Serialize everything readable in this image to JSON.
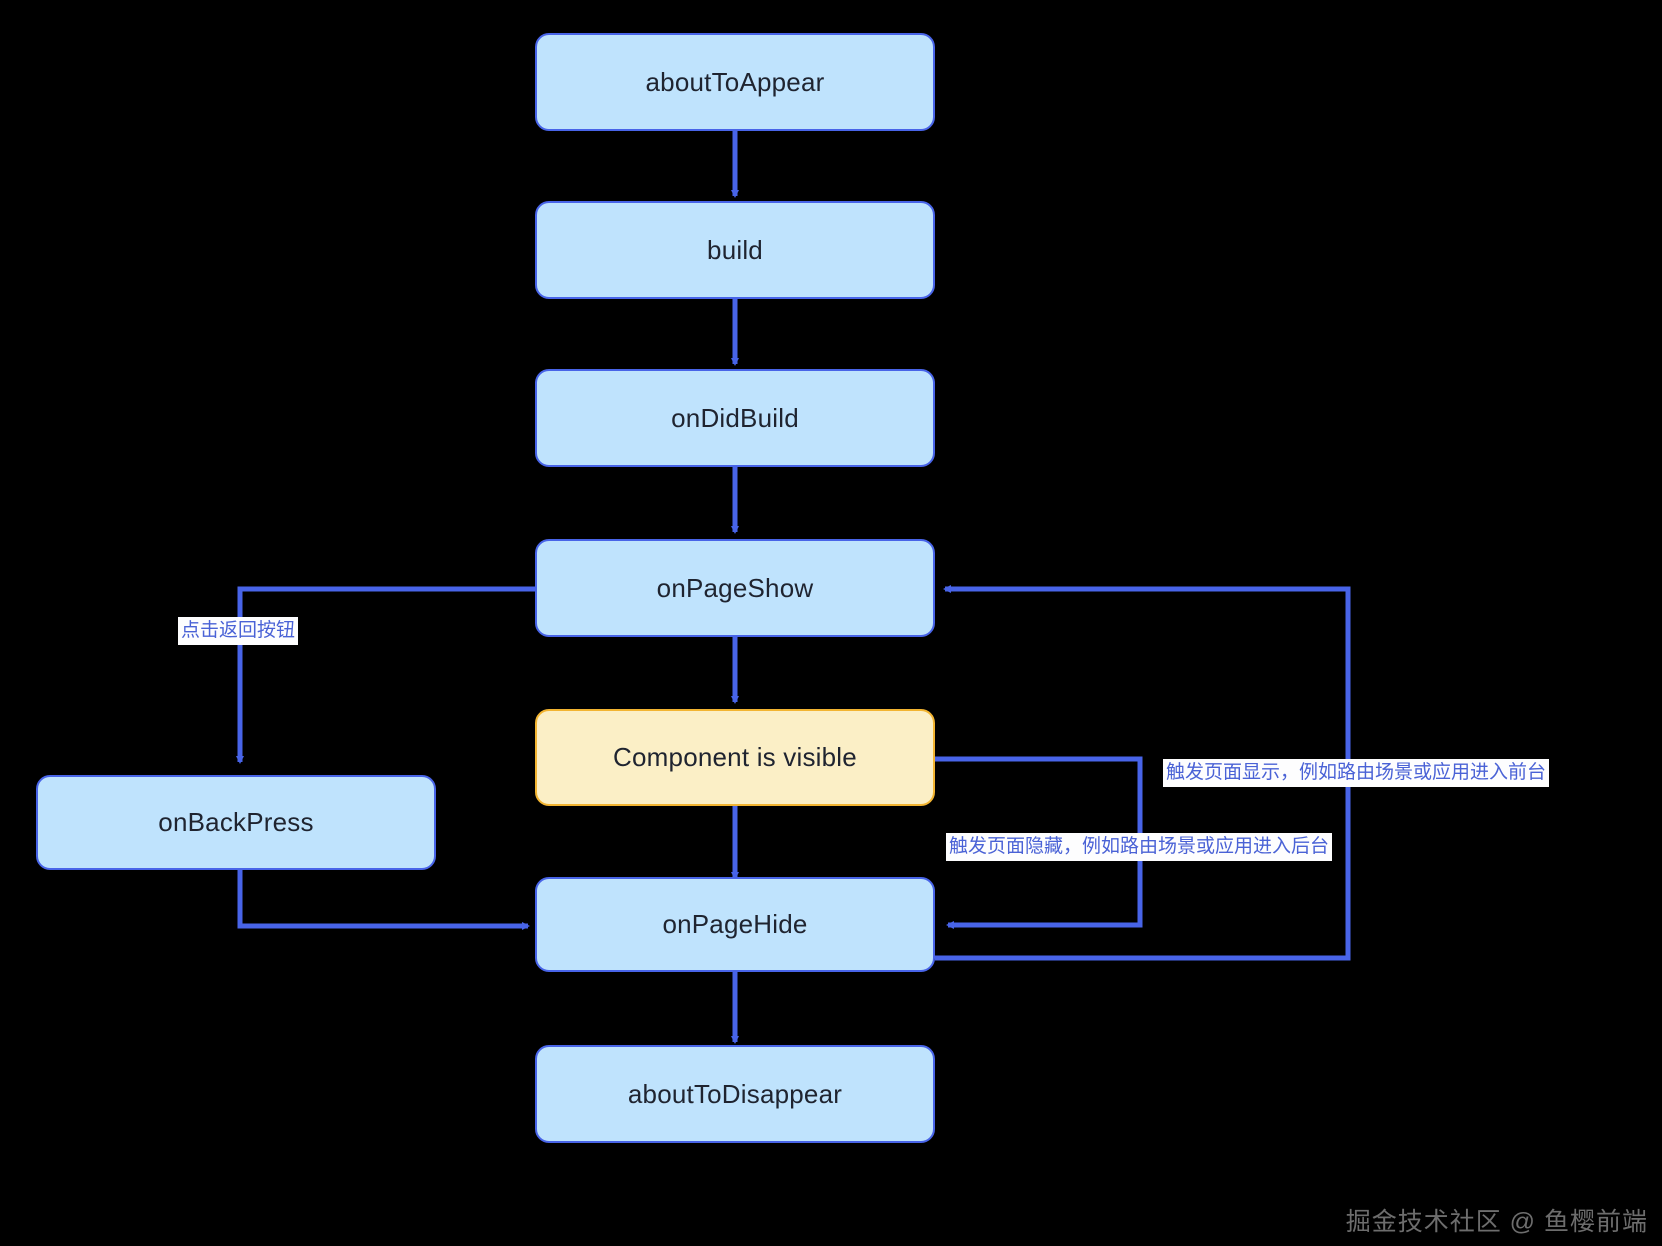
{
  "diagram": {
    "type": "flowchart",
    "title": "",
    "background_color": "#000000",
    "node_fill_blue": "#bfe3fd",
    "node_border_blue": "#4864e8",
    "node_fill_yellow": "#fbefc6",
    "node_border_yellow": "#f2b431",
    "edge_color": "#4864e8",
    "label_text_color": "#4a62d6",
    "nodes": [
      {
        "id": "aboutToAppear",
        "label": "aboutToAppear",
        "style": "blue"
      },
      {
        "id": "build",
        "label": "build",
        "style": "blue"
      },
      {
        "id": "onDidBuild",
        "label": "onDidBuild",
        "style": "blue"
      },
      {
        "id": "onPageShow",
        "label": "onPageShow",
        "style": "blue"
      },
      {
        "id": "componentVisible",
        "label": "Component is visible",
        "style": "yellow"
      },
      {
        "id": "onPageHide",
        "label": "onPageHide",
        "style": "blue"
      },
      {
        "id": "aboutToDisappear",
        "label": "aboutToDisappear",
        "style": "blue"
      },
      {
        "id": "onBackPress",
        "label": "onBackPress",
        "style": "blue"
      }
    ],
    "edges": [
      {
        "from": "aboutToAppear",
        "to": "build",
        "label": ""
      },
      {
        "from": "build",
        "to": "onDidBuild",
        "label": ""
      },
      {
        "from": "onDidBuild",
        "to": "onPageShow",
        "label": ""
      },
      {
        "from": "onPageShow",
        "to": "componentVisible",
        "label": ""
      },
      {
        "from": "onPageShow",
        "to": "onBackPress",
        "label": "点击返回按钮"
      },
      {
        "from": "onBackPress",
        "to": "onPageHide",
        "label": ""
      },
      {
        "from": "componentVisible",
        "to": "onPageHide",
        "label": "触发页面隐藏，例如路由场景或应用进入后台"
      },
      {
        "from": "onPageHide",
        "to": "onPageShow",
        "label": "触发页面显示，例如路由场景或应用进入前台"
      },
      {
        "from": "onPageHide",
        "to": "aboutToDisappear",
        "label": ""
      }
    ]
  },
  "watermark": {
    "text": "掘金技术社区 @ 鱼樱前端"
  }
}
